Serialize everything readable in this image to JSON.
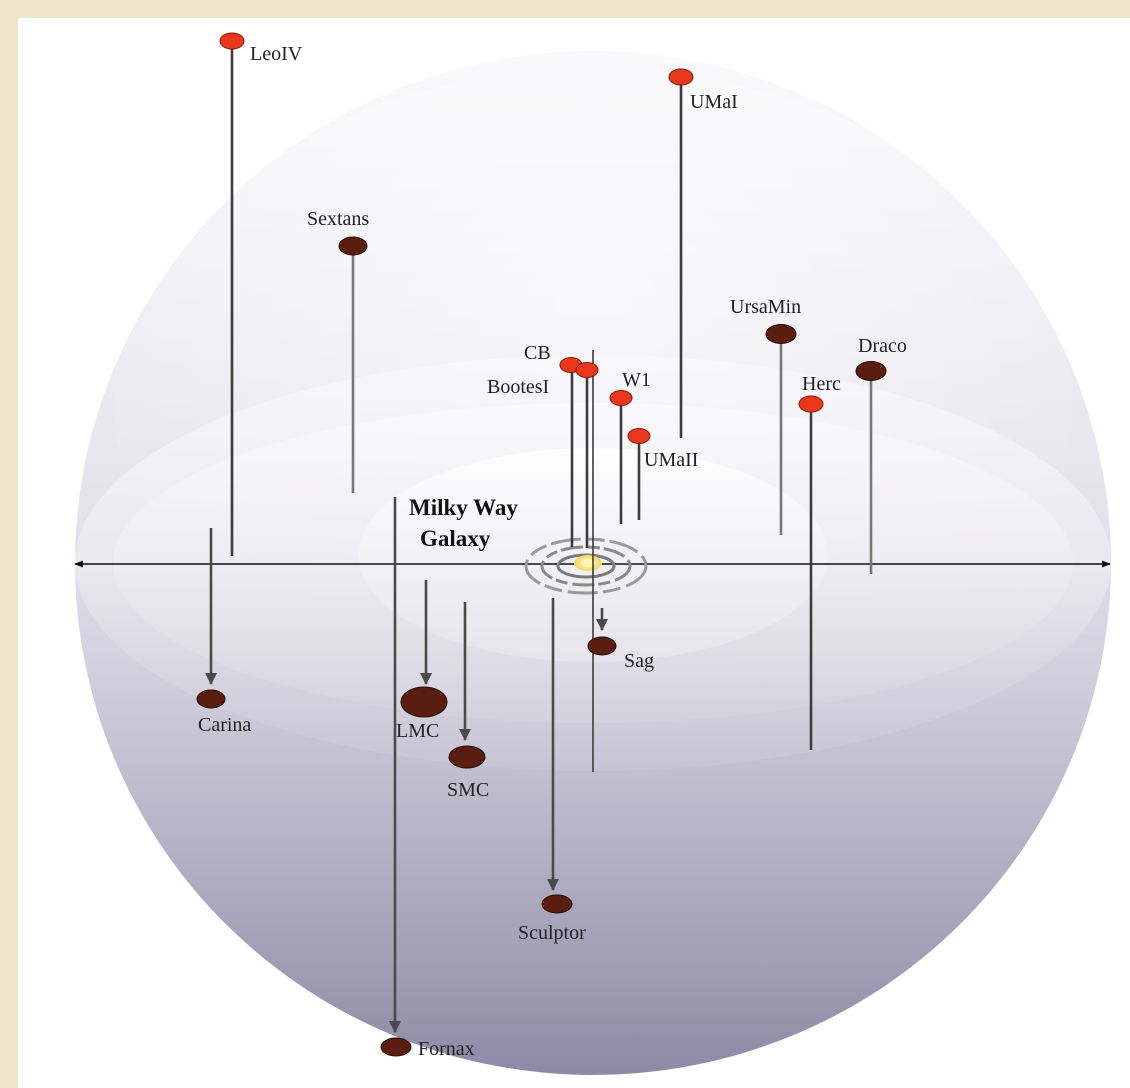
{
  "diagram": {
    "center_label_lines": [
      "Milky Way",
      "Galaxy"
    ],
    "colors": {
      "background": "#ede6c9",
      "panel": "#ffffff",
      "sphere_light": "#f2f2f6",
      "sphere_dark": "#9c98b3",
      "satellite_new": "#e8371c",
      "satellite_classic": "#5a1e10",
      "stem": "#3a3a3a",
      "galaxy_core": "#f7e48a"
    },
    "legend_note": "",
    "objects": [
      {
        "id": "leoiv",
        "label": "LeoIV",
        "kind": "new",
        "direction": "above"
      },
      {
        "id": "umai",
        "label": "UMaI",
        "kind": "new",
        "direction": "above"
      },
      {
        "id": "sextans",
        "label": "Sextans",
        "kind": "classic",
        "direction": "above"
      },
      {
        "id": "ursamin",
        "label": "UrsaMin",
        "kind": "classic",
        "direction": "above"
      },
      {
        "id": "draco",
        "label": "Draco",
        "kind": "classic",
        "direction": "above"
      },
      {
        "id": "cb",
        "label": "CB",
        "kind": "new",
        "direction": "above"
      },
      {
        "id": "bootesi",
        "label": "BootesI",
        "kind": "new",
        "direction": "above"
      },
      {
        "id": "w1",
        "label": "W1",
        "kind": "new",
        "direction": "above"
      },
      {
        "id": "herc",
        "label": "Herc",
        "kind": "new",
        "direction": "above"
      },
      {
        "id": "umaii",
        "label": "UMaII",
        "kind": "new",
        "direction": "above"
      },
      {
        "id": "sag",
        "label": "Sag",
        "kind": "classic",
        "direction": "below"
      },
      {
        "id": "carina",
        "label": "Carina",
        "kind": "classic",
        "direction": "below"
      },
      {
        "id": "lmc",
        "label": "LMC",
        "kind": "classic",
        "direction": "below"
      },
      {
        "id": "smc",
        "label": "SMC",
        "kind": "classic",
        "direction": "below"
      },
      {
        "id": "sculptor",
        "label": "Sculptor",
        "kind": "classic",
        "direction": "below"
      },
      {
        "id": "fornax",
        "label": "Fornax",
        "kind": "classic",
        "direction": "below"
      }
    ]
  }
}
